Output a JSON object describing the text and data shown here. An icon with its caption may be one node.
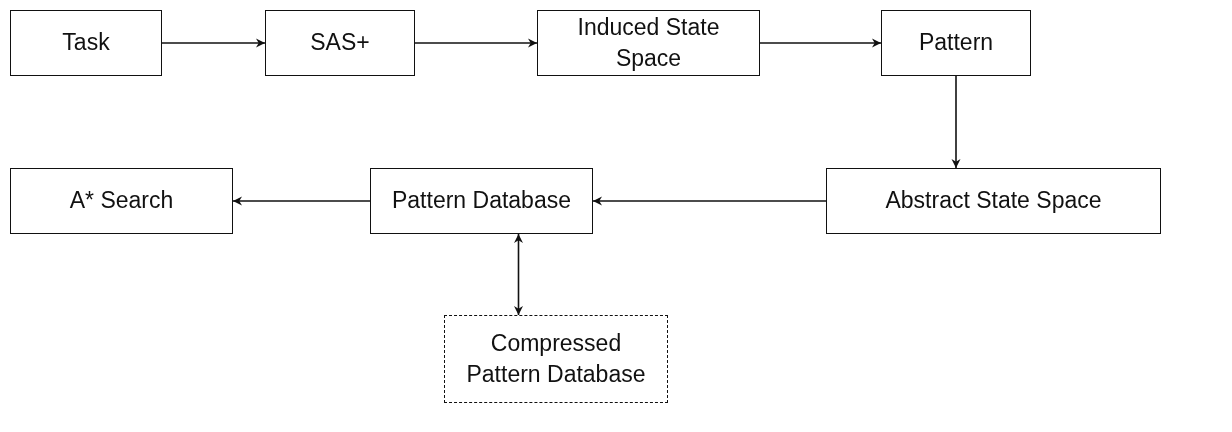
{
  "diagram": {
    "nodes": [
      {
        "text": [
          "Task"
        ]
      },
      {
        "text": [
          "SAS+"
        ]
      },
      {
        "text": [
          "Induced State Space"
        ]
      },
      {
        "text": [
          "Pattern"
        ]
      },
      {
        "text": [
          "A* Search"
        ]
      },
      {
        "text": [
          "Pattern Database"
        ]
      },
      {
        "text": [
          "Abstract State Space"
        ]
      },
      {
        "text": [
          "Compressed Pattern Database"
        ]
      }
    ],
    "edges": [
      {
        "from": 0,
        "to": 1,
        "arrow": "to"
      },
      {
        "from": 1,
        "to": 2,
        "arrow": "to"
      },
      {
        "from": 2,
        "to": 3,
        "arrow": "to"
      },
      {
        "from": 3,
        "to": 6,
        "arrow": "to"
      },
      {
        "from": 6,
        "to": 5,
        "arrow": "to"
      },
      {
        "from": 5,
        "to": 4,
        "arrow": "to"
      },
      {
        "from": 5,
        "to": 7,
        "arrow": "both"
      }
    ]
  }
}
